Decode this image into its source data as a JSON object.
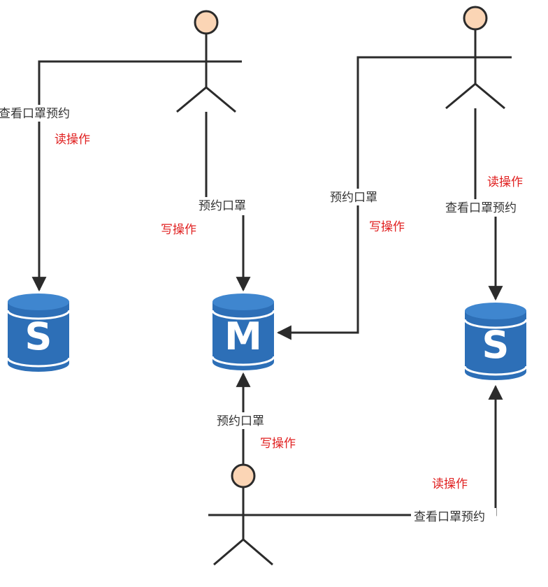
{
  "labels": {
    "view": "查看口罩预约",
    "reserve": "预约口罩",
    "read": "读操作",
    "write": "写操作"
  },
  "databases": {
    "slave_left": "S",
    "master": "M",
    "slave_right": "S"
  },
  "colors": {
    "db_blue": "#2d6fb7",
    "db_top": "#3f86cf",
    "db_band": "#ffffff",
    "actor_head": "#fbd5b5",
    "line": "#2b2b2b",
    "read_write_text": "#e02020"
  },
  "icons": [
    "person-icon",
    "database-icon",
    "arrow-head-icon"
  ]
}
